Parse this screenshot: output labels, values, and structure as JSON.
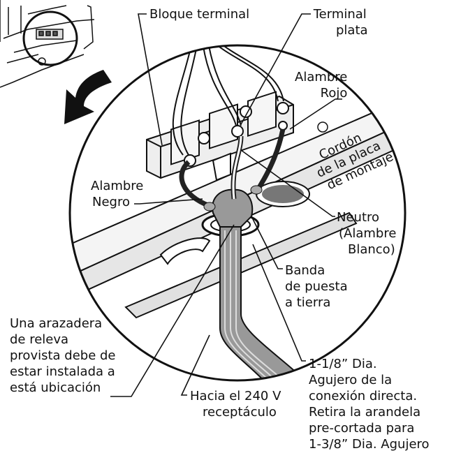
{
  "labels": {
    "terminal_block": "Bloque terminal",
    "silver_terminal": [
      "Terminal",
      "plata"
    ],
    "red_wire": [
      "Alambre",
      "Rojo"
    ],
    "plate_cord": [
      "Cordón",
      "de la placa",
      "de montaje"
    ],
    "black_wire": [
      "Alambre",
      "Negro"
    ],
    "neutral": [
      "Neutro",
      "(Alambre",
      "Blanco)"
    ],
    "ground_strap": [
      "Banda",
      "de puesta",
      "a tierra"
    ],
    "strain_relief": [
      "Una arazadera",
      "de releva",
      "provista debe de",
      "estar instalada a",
      "está ubicación"
    ],
    "receptacle": [
      "Hacia el 240 V",
      "receptáculo"
    ],
    "hole": [
      "1-1/8” Dia.",
      "Agujero de la",
      "conexión directa.",
      "Retira la arandela",
      "pre-cortada para",
      "1-3/8” Dia. Agujero"
    ]
  }
}
